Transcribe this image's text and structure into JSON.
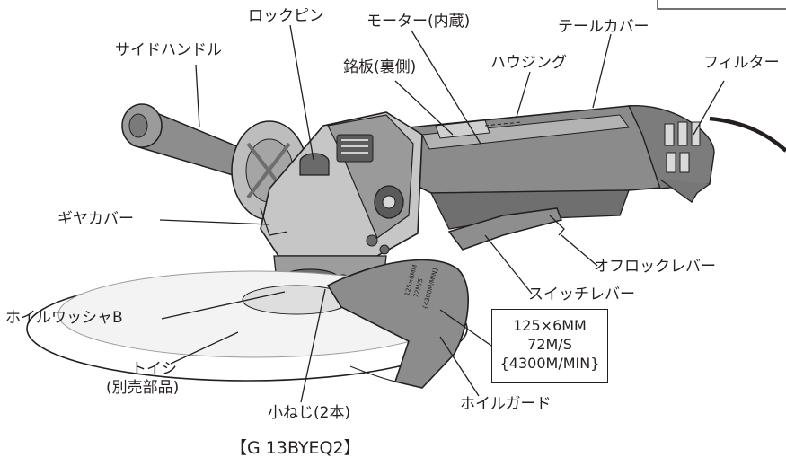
{
  "labels": {
    "lock_pin": "ロックピン",
    "motor": "モーター(内蔵)",
    "tail_cover": "テールカバー",
    "side_handle": "サイドハンドル",
    "nameplate": "銘板(裏側)",
    "housing": "ハウジング",
    "filter": "フィルター",
    "gear_cover": "ギヤカバー",
    "off_lock_lever": "オフロックレバー",
    "switch_lever": "スイッチレバー",
    "wheel_washer": "ホイルワッシャB",
    "wheel_line1": "トイシ",
    "wheel_line2": "(別売部品)",
    "small_screw": "小ねじ(2本)",
    "wheel_guard": "ホイルガード"
  },
  "spec_box": {
    "line1": "125×6MM",
    "line2": "72M/S",
    "line3": "{4300M/MIN}"
  },
  "guard_print": {
    "line1": "125×6MM",
    "line2": "72M/S",
    "line3": "{4300M/MIN}"
  },
  "model_label": "【G 13BYEQ2】",
  "colors": {
    "ink": "#231f20",
    "body_gray": "#8a8a8a",
    "light_gray": "#d2d2d2",
    "dark_gray": "#555555"
  }
}
